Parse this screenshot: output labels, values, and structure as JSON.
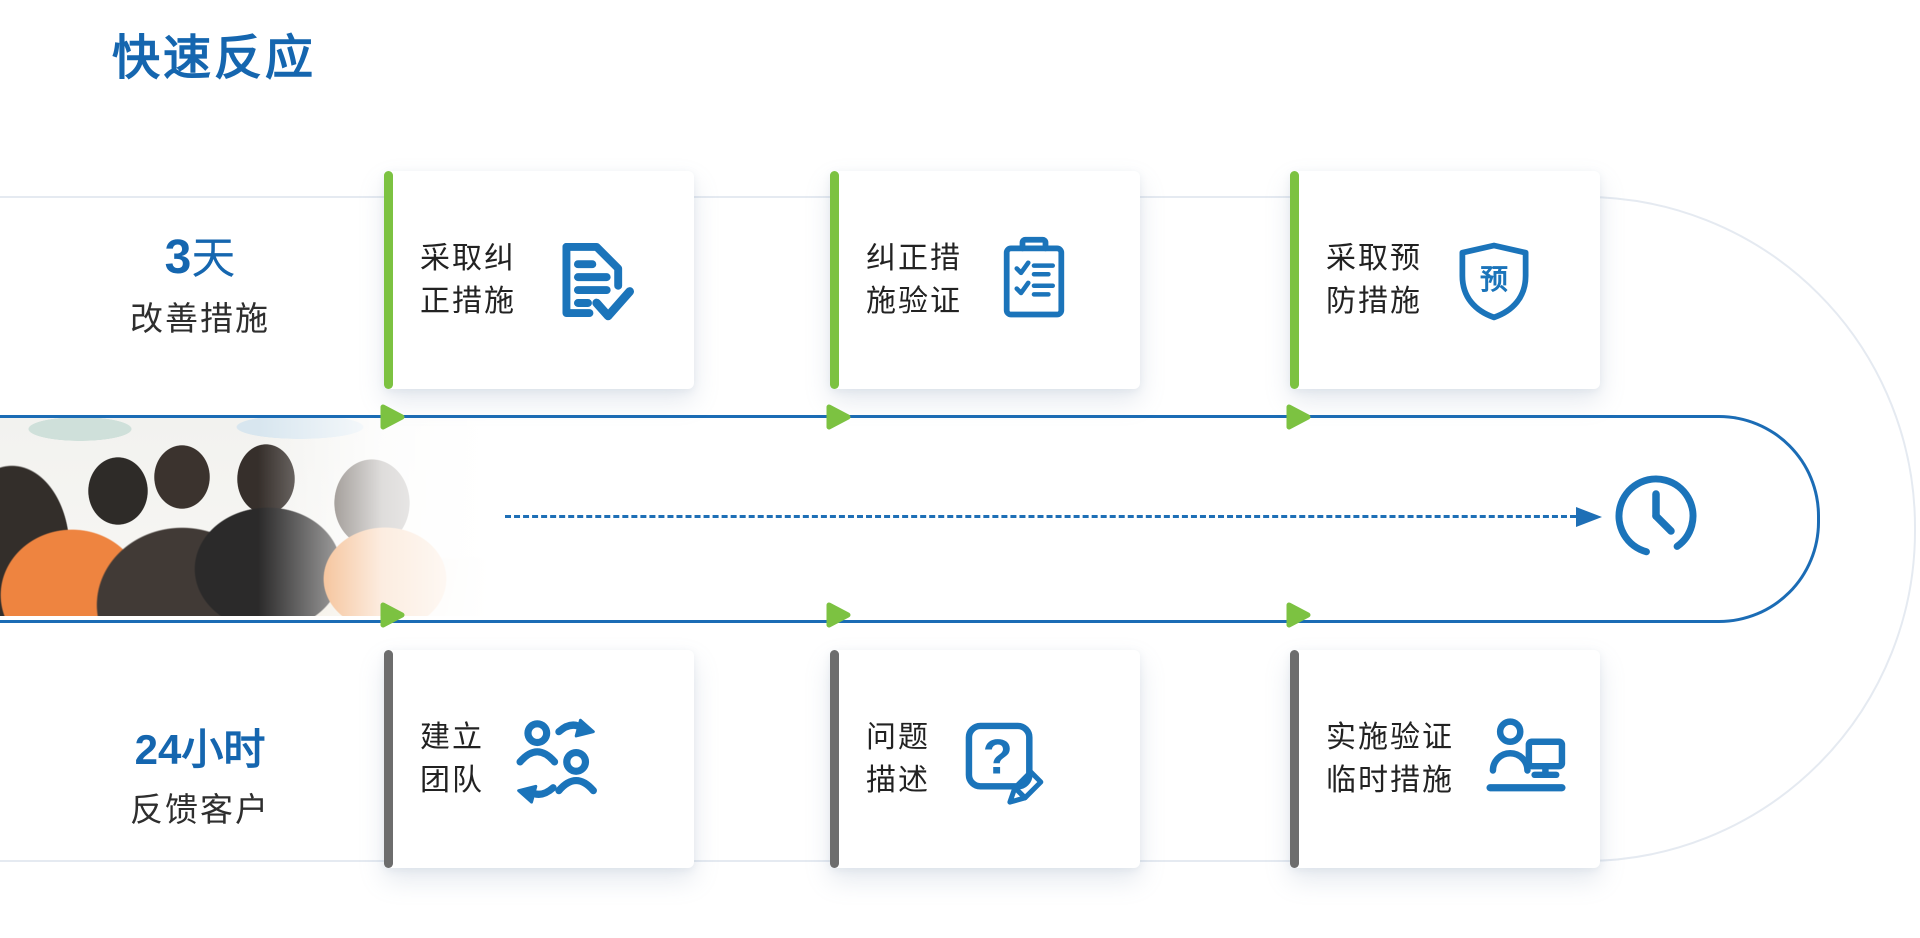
{
  "page": {
    "title": "快速反应"
  },
  "colors": {
    "title_blue": "#1566af",
    "line_blue": "#1b6cb5",
    "icon_blue": "#1b74ba",
    "arrow_green": "#7cc241",
    "bar_gray": "#6d6d6d"
  },
  "top_track": {
    "duration_value": "3",
    "duration_unit": "天",
    "duration_label": "改善措施",
    "accent": "green",
    "cards": [
      {
        "line1": "采取纠",
        "line2": "正措施",
        "icon": "document-check-icon"
      },
      {
        "line1": "纠正措",
        "line2": "施验证",
        "icon": "clipboard-checklist-icon"
      },
      {
        "line1": "采取预",
        "line2": "防措施",
        "icon": "shield-icon",
        "badge": "预"
      }
    ]
  },
  "bottom_track": {
    "duration_value": "24小时",
    "duration_label": "反馈客户",
    "accent": "gray",
    "cards": [
      {
        "line1": "建立",
        "line2": "团队",
        "icon": "team-cycle-icon"
      },
      {
        "line1": "问题",
        "line2": "描述",
        "icon": "question-edit-icon"
      },
      {
        "line1": "实施验证",
        "line2": "临时措施",
        "icon": "person-workstation-icon"
      }
    ]
  },
  "flow": {
    "photo": "meeting-photo",
    "end_icon": "clock-icon",
    "arrow_icon": "green-arrow-icon",
    "question_glyph": "?"
  }
}
